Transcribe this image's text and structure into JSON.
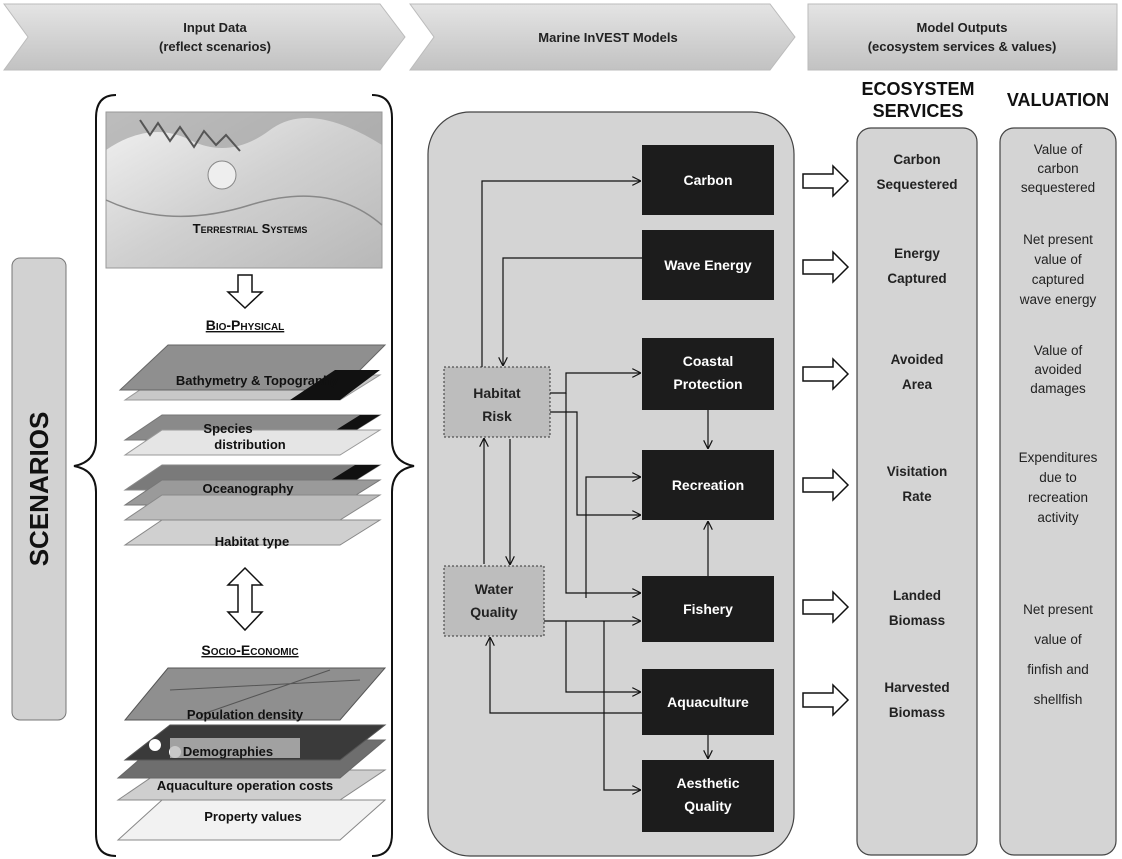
{
  "header": {
    "input_line1": "Input Data",
    "input_line2": "(reflect scenarios)",
    "models": "Marine InVEST Models",
    "outputs_line1": "Model Outputs",
    "outputs_line2": "(ecosystem services  & values)"
  },
  "scenarios_label": "SCENARIOS",
  "input": {
    "terrestrial": "Terrestrial Systems",
    "biophysical": "Bio-Physical",
    "socioeconomic": "Socio-Economic",
    "bio_layers": [
      "Bathymetry  & Topography",
      "Species",
      "distribution",
      "Oceanography",
      "Habitat type"
    ],
    "socio_layers": [
      "Population density",
      "Demographies",
      "Aquaculture operation costs",
      "Property values"
    ]
  },
  "models": {
    "habitat_risk": [
      "Habitat",
      "Risk"
    ],
    "water_quality": [
      "Water",
      "Quality"
    ],
    "carbon": "Carbon",
    "wave_energy": "Wave Energy",
    "coastal_protection": [
      "Coastal",
      "Protection"
    ],
    "recreation": "Recreation",
    "fishery": "Fishery",
    "aquaculture": "Aquaculture",
    "aesthetic_quality": [
      "Aesthetic",
      "Quality"
    ]
  },
  "columns": {
    "ecosystem_services": [
      "ECOSYSTEM",
      "SERVICES"
    ],
    "valuation": "VALUATION"
  },
  "services": {
    "carbon": [
      "Carbon",
      "Sequestered"
    ],
    "energy": [
      "Energy",
      "Captured"
    ],
    "avoided": [
      "Avoided",
      "Area"
    ],
    "visitation": [
      "Visitation",
      "Rate"
    ],
    "landed": [
      "Landed",
      "Biomass"
    ],
    "harvested": [
      "Harvested",
      "Biomass"
    ]
  },
  "valuation": {
    "carbon": [
      "Value of",
      "carbon",
      "sequestered"
    ],
    "wave": [
      "Net present",
      "value of",
      "captured",
      "wave energy"
    ],
    "damages": [
      "Value of",
      "avoided",
      "damages"
    ],
    "recreation": [
      "Expenditures",
      "due to",
      "recreation",
      "activity"
    ],
    "fish": [
      "Net present",
      "value of",
      "finfish and",
      "shellfish"
    ]
  },
  "colors": {
    "dark_box": "#1c1c1c",
    "panel": "#d4d4d4",
    "light_box": "#bdbdbd",
    "banner": "#cfcfcf"
  }
}
